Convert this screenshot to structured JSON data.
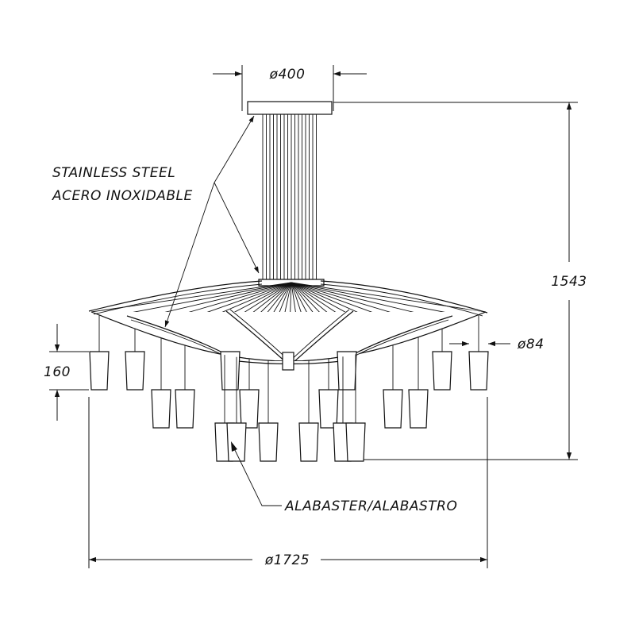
{
  "dimensions": {
    "canopy_diameter": "ø400",
    "height": "1543",
    "shade_height": "160",
    "shade_diameter": "ø84",
    "overall_diameter": "ø1725"
  },
  "callouts": {
    "steel_line1": "STAINLESS STEEL",
    "steel_line2": "ACERO INOXIDABLE",
    "alabaster": "ALABASTER/ALABASTRO"
  },
  "colors": {
    "ink": "#111111",
    "paper": "#ffffff"
  }
}
